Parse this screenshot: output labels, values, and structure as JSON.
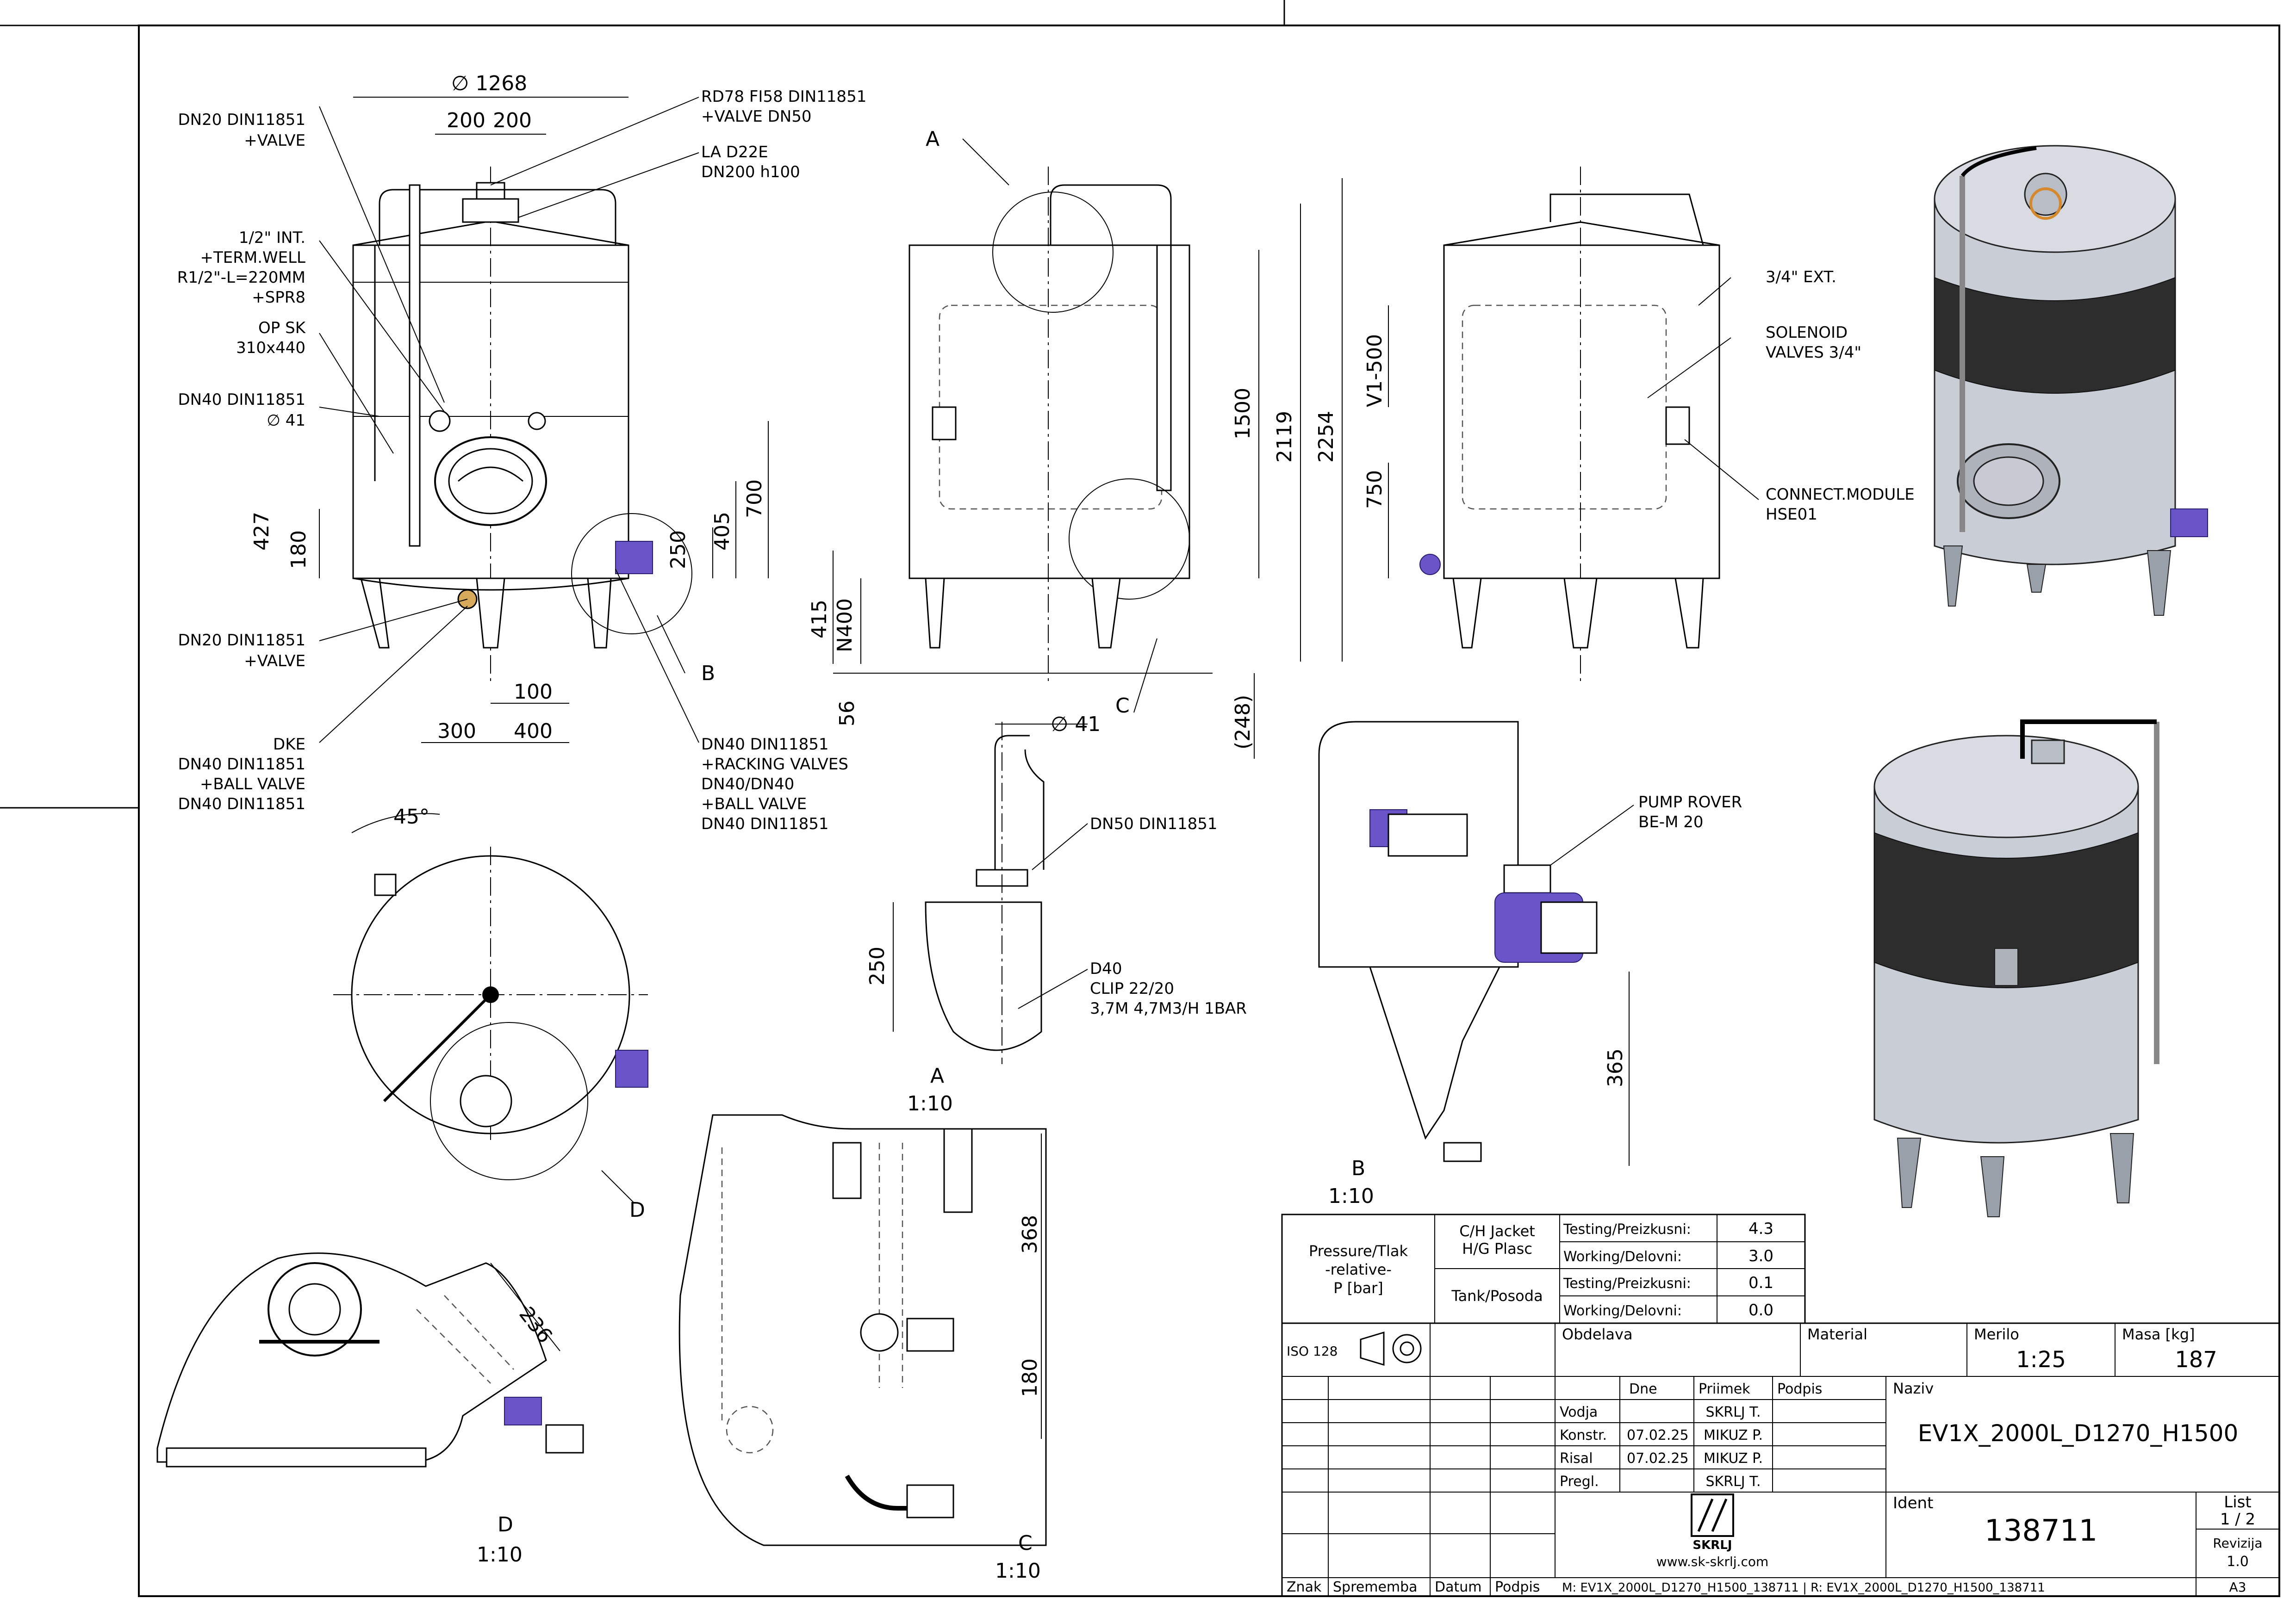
{
  "views": {
    "front": {
      "diameter": "∅ 1268",
      "dim_200_left": "200",
      "dim_200_right": "200",
      "dim_427": "427",
      "dim_180": "180",
      "dim_250": "250",
      "dim_405": "405",
      "dim_700": "700",
      "dim_100": "100",
      "dim_300": "300",
      "dim_400": "400",
      "labels": {
        "dn20_top_1": "DN20 DIN11851",
        "dn20_top_2": "+VALVE",
        "int_1": "1/2\" INT.",
        "int_2": "+TERM.WELL",
        "int_3": "R1/2\"-L=220MM",
        "int_4": "+SPR8",
        "opsk_1": "OP SK",
        "opsk_2": "310x440",
        "dn40_1": "DN40 DIN11851",
        "dn40_2": "∅ 41",
        "dn20_bot_1": "DN20 DIN11851",
        "dn20_bot_2": "+VALVE",
        "dke_1": "DKE",
        "dke_2": "DN40 DIN11851",
        "dke_3": "+BALL VALVE",
        "dke_4": "DN40 DIN11851",
        "rd78_1": "RD78 FI58 DIN11851",
        "rd78_2": "+VALVE DN50",
        "la_1": "LA D22E",
        "la_2": "DN200 h100",
        "rack_1": "DN40 DIN11851",
        "rack_2": "+RACKING VALVES",
        "rack_3": "DN40/DN40",
        "rack_4": "+BALL VALVE",
        "rack_5": "DN40 DIN11851",
        "b_marker": "B"
      }
    },
    "side": {
      "a_marker": "A",
      "c_marker": "C",
      "dim_1500": "1500",
      "dim_2119": "2119",
      "dim_2254": "2254",
      "dim_415": "415",
      "dim_n400": "N400",
      "dim_56": "56",
      "dim_248": "(248)"
    },
    "back": {
      "dim_v1": "V1-500",
      "dim_750": "750",
      "ext": "3/4\" EXT.",
      "sol_1": "SOLENOID",
      "sol_2": "VALVES 3/4\"",
      "con_1": "CONNECT.MODULE",
      "con_2": "HSE01"
    },
    "top": {
      "angle": "45°",
      "d_marker": "D"
    },
    "detail_a": {
      "diameter": "∅ 41",
      "dn50": "DN50 DIN11851",
      "dim_250": "250",
      "d40_1": "D40",
      "d40_2": "CLIP 22/20",
      "d40_3": "3,7M 4,7M3/H 1BAR",
      "title": "A",
      "scale": "1:10"
    },
    "detail_b": {
      "pump_1": "PUMP ROVER",
      "pump_2": "BE-M 20",
      "dim_365": "365",
      "title": "B",
      "scale": "1:10"
    },
    "detail_c": {
      "dim_368": "368",
      "dim_180": "180",
      "title": "C",
      "scale": "1:10"
    },
    "detail_d": {
      "dim_236": "236",
      "title": "D",
      "scale": "1:10"
    }
  },
  "pressure_table": {
    "label_1": "Pressure/Tlak",
    "label_2": "-relative-",
    "label_3": "P [bar]",
    "jacket_1": "C/H Jacket",
    "jacket_2": "H/G Plasc",
    "tank": "Tank/Posoda",
    "rows": [
      {
        "label": "Testing/Preizkusni:",
        "value": "4.3"
      },
      {
        "label": "Working/Delovni:",
        "value": "3.0"
      },
      {
        "label": "Testing/Preizkusni:",
        "value": "0.1"
      },
      {
        "label": "Working/Delovni:",
        "value": "0.0"
      }
    ]
  },
  "title_block": {
    "iso": "ISO 128",
    "obdelava": "Obdelava",
    "material": "Material",
    "merilo_label": "Merilo",
    "merilo_value": "1:25",
    "masa_label": "Masa [kg]",
    "masa_value": "187",
    "col_dne": "Dne",
    "col_priimek": "Priimek",
    "col_podpis": "Podpis",
    "naziv_label": "Naziv",
    "naziv_value": "EV1X_2000L_D1270_H1500",
    "roles": [
      {
        "role": "Vodja",
        "date": "",
        "name": "SKRLJ T."
      },
      {
        "role": "Konstr.",
        "date": "07.02.25",
        "name": "MIKUZ P."
      },
      {
        "role": "Risal",
        "date": "07.02.25",
        "name": "MIKUZ P."
      },
      {
        "role": "Pregl.",
        "date": "",
        "name": "SKRLJ T."
      }
    ],
    "logo_text": "SKRLJ",
    "website": "www.sk-skrlj.com",
    "ident_label": "Ident",
    "ident_value": "138711",
    "list_label": "List",
    "list_value": "1 / 2",
    "revizija_label": "Revizija",
    "revizija_value": "1.0",
    "format": "A3",
    "znak": "Znak",
    "sprememba": "Sprememba",
    "datum": "Datum",
    "podpis": "Podpis",
    "file_ref": "M: EV1X_2000L_D1270_H1500_138711 | R: EV1X_2000L_D1270_H1500_138711"
  }
}
